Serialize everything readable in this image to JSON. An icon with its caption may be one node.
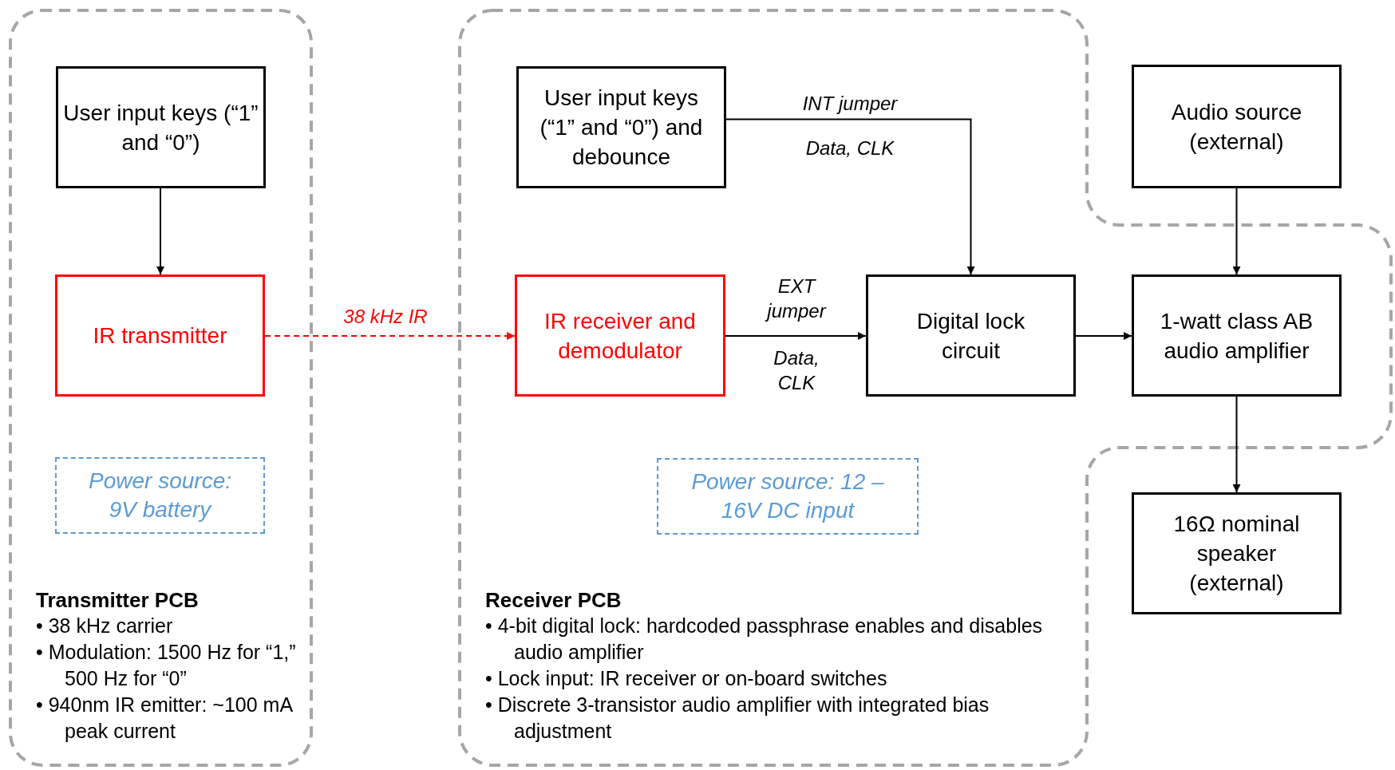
{
  "diagram": {
    "nodes": [
      {
        "text": [
          "Transmitter PCB",
          "• 38 kHz carrier",
          "• Modulation: 1500 Hz for “1,” 500 Hz for “0”",
          "• 940nm IR emitter: ~100 mA peak current"
        ]
      },
      {
        "text": [
          "User input keys (“1” and “0”)"
        ],
        "in": 0
      },
      {
        "text": [
          "IR transmitter"
        ],
        "in": 0
      },
      {
        "text": [
          "Power source: 9V battery"
        ],
        "in": 0
      },
      {
        "text": [
          "Receiver PCB",
          "• 4-bit digital lock: hardcoded passphrase enables and disables audio amplifier",
          "• Lock input: IR receiver or on-board switches",
          "• Discrete 3-transistor audio amplifier with integrated bias adjustment"
        ]
      },
      {
        "text": [
          "User input keys (“1” and “0”) and debounce"
        ],
        "in": 4
      },
      {
        "text": [
          "IR receiver and demodulator"
        ],
        "in": 4
      },
      {
        "text": [
          "Digital lock circuit"
        ],
        "in": 4
      },
      {
        "text": [
          "Power source: 12 – 16V DC input"
        ],
        "in": 4
      },
      {
        "text": [
          "Audio source (external)"
        ]
      },
      {
        "text": [
          "1-watt class AB audio amplifier"
        ],
        "in": 4
      },
      {
        "text": [
          "16Ω nominal speaker (external)"
        ]
      }
    ],
    "edges": [
      {
        "from": 1,
        "to": 2,
        "arrow": "to"
      },
      {
        "from": 2,
        "to": 6,
        "arrow": "to",
        "label": "38 kHz IR",
        "style": "dashed",
        "color": "#ff0000"
      },
      {
        "from": 5,
        "to": 7,
        "arrow": "to",
        "label": "INT jumper"
      },
      {
        "from": 6,
        "to": 7,
        "arrow": "to",
        "label": "EXT jumper"
      },
      {
        "from": 7,
        "to": 10,
        "arrow": "to"
      },
      {
        "from": 9,
        "to": 10,
        "arrow": "to"
      },
      {
        "from": 10,
        "to": 11,
        "arrow": "to"
      }
    ],
    "labels": [
      "Data, CLK",
      "Data, CLK"
    ]
  }
}
